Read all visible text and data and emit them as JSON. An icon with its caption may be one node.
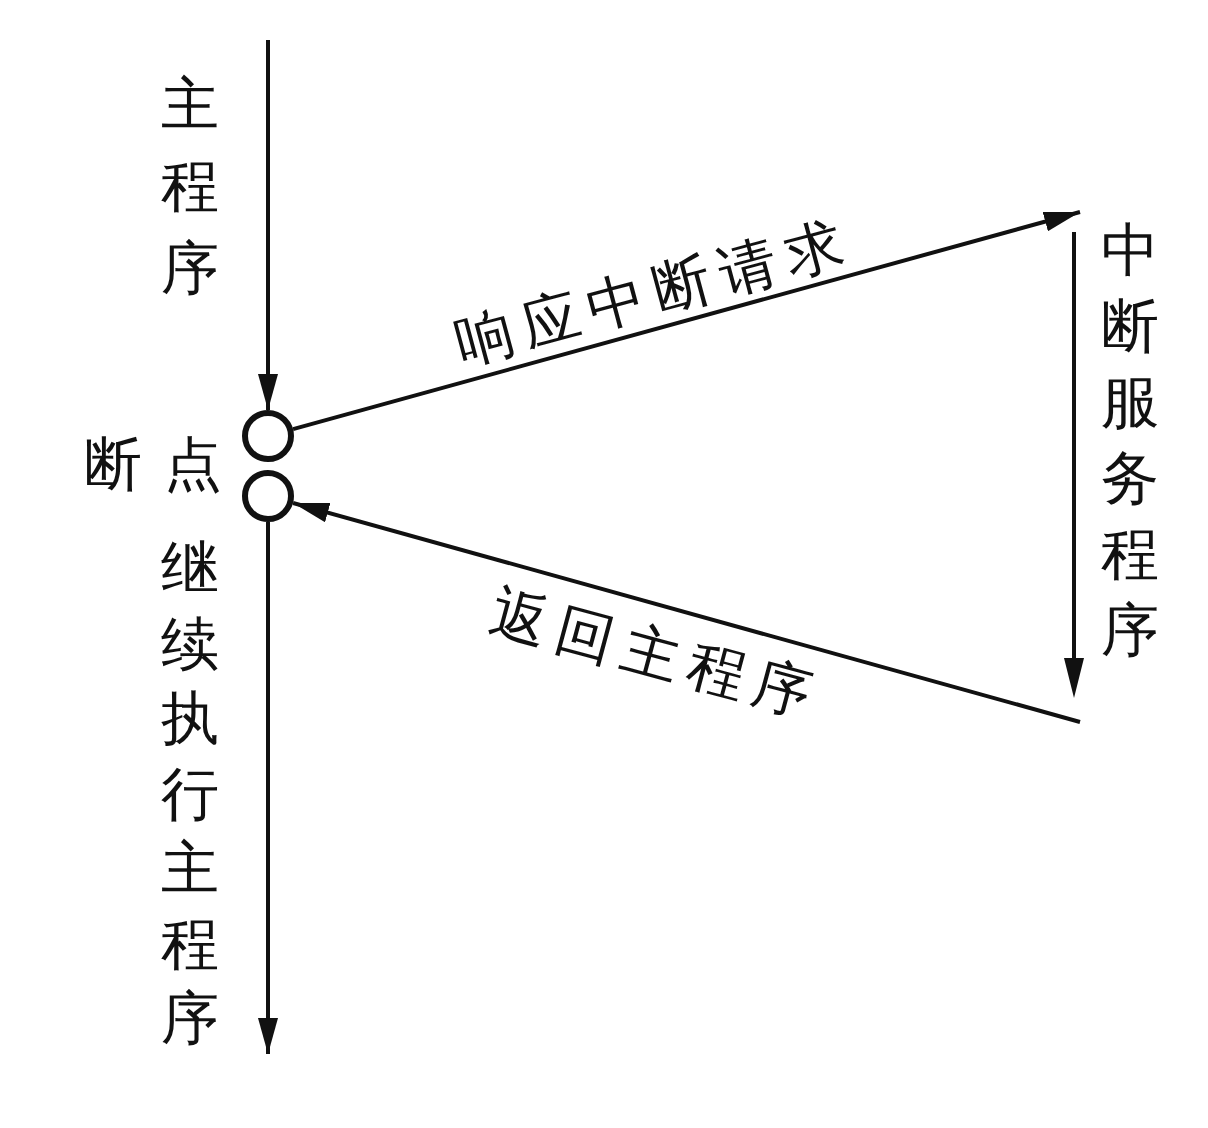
{
  "diagram": {
    "nodes": [
      {
        "text": [],
        "shape": "circle"
      },
      {
        "text": [],
        "shape": "circle"
      },
      {
        "text": [
          "中断服务程序"
        ]
      }
    ],
    "edges": [
      {
        "from": null,
        "to": 0,
        "arrow": "to",
        "label": "主程序"
      },
      {
        "from": 0,
        "to": 2,
        "arrow": "to",
        "label": "响应中断请求"
      },
      {
        "from": 2,
        "to": 1,
        "arrow": "to",
        "label": "返回主程序"
      },
      {
        "from": 1,
        "to": null,
        "arrow": "to",
        "label": "继续执行主程序"
      }
    ],
    "labels": [
      "断点"
    ]
  }
}
